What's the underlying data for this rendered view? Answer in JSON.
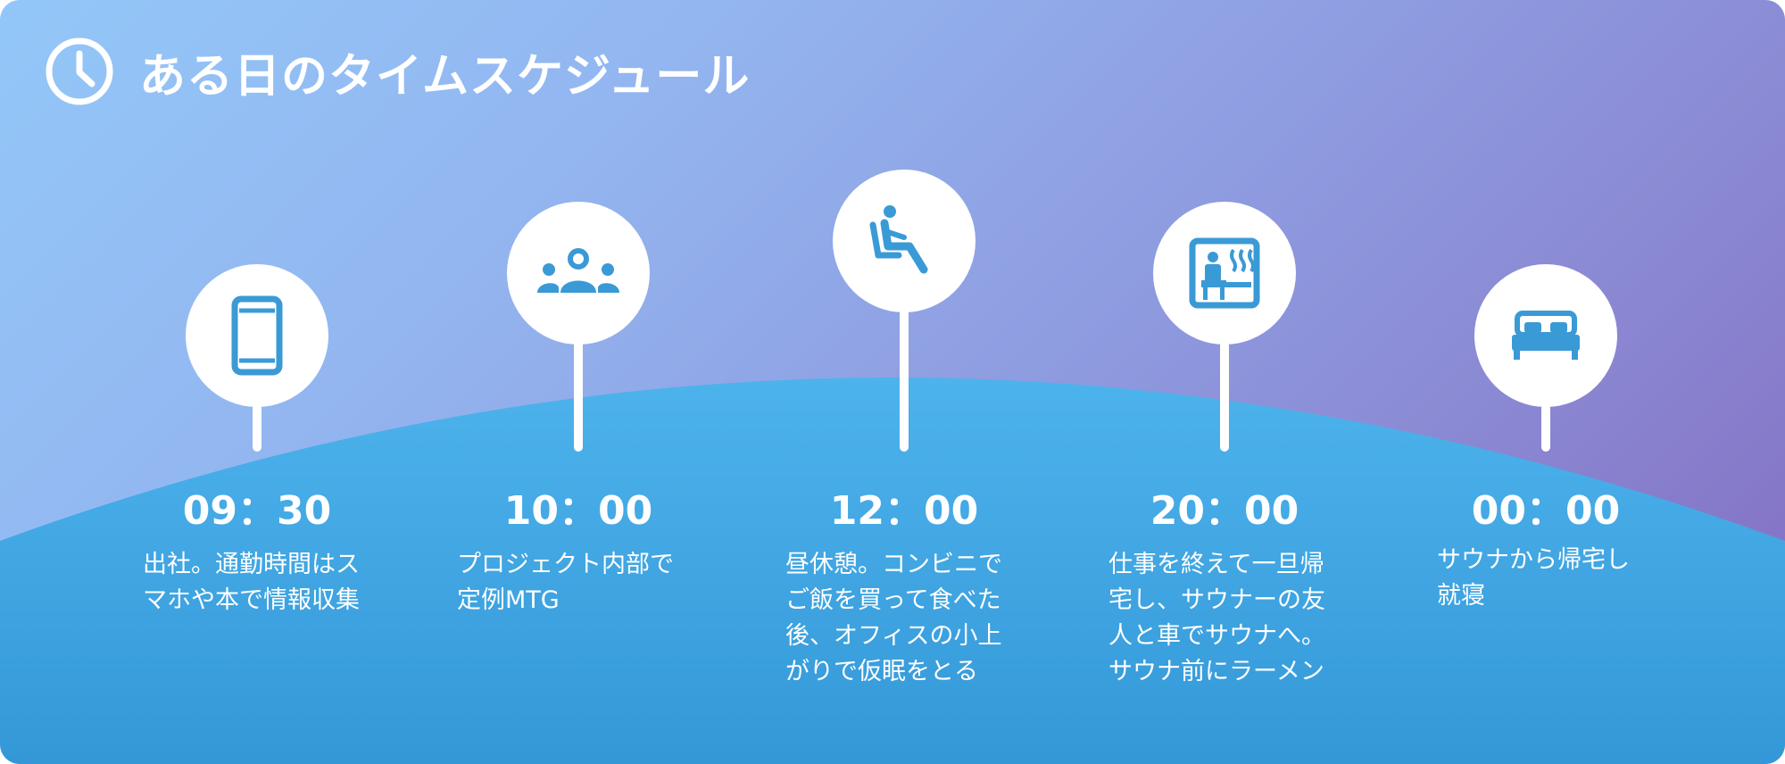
{
  "header": {
    "title": "ある日のタイムスケジュール",
    "icon": "clock-icon"
  },
  "colors": {
    "background_gradient": [
      "#93c7f8",
      "#8f9fe2",
      "#826bc0"
    ],
    "hill": [
      "#4db3ec",
      "#3498d8"
    ],
    "icon": "#3a9ad6",
    "text": "#ffffff"
  },
  "timeline": [
    {
      "time": "09：30",
      "description": "出社。通勤時間はス\nマホや本で情報収集",
      "icon": "smartphone-icon"
    },
    {
      "time": "10：00",
      "description": "プロジェクト内部で\n定例MTG",
      "icon": "group-icon"
    },
    {
      "time": "12：00",
      "description": "昼休憩。コンビニで\nご飯を買って食べた\n後、オフィスの小上\nがりで仮眠をとる",
      "icon": "seated-person-icon"
    },
    {
      "time": "20：00",
      "description": "仕事を終えて一旦帰\n宅し、サウナーの友\n人と車でサウナへ。\nサウナ前にラーメン",
      "icon": "sauna-icon"
    },
    {
      "time": "00：00",
      "description": "サウナから帰宅し\n就寝",
      "icon": "bed-icon"
    }
  ]
}
